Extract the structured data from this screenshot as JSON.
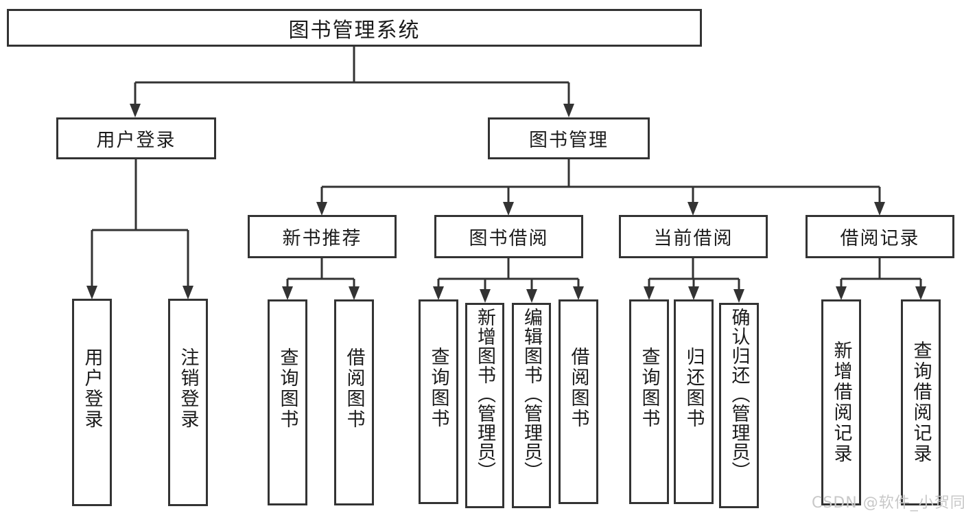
{
  "diagram": {
    "type": "hierarchy-diagram",
    "title": "图书管理系统",
    "watermark": "CSDN @软件_小贺同学",
    "colors": {
      "line": "#333333",
      "box_border": "#333333",
      "text": "#1b1b1b",
      "watermark_text": "#c8c8c8",
      "background": "#ffffff"
    },
    "nodes": {
      "root": {
        "label": "图书管理系统"
      },
      "userLogin": {
        "label": "用户登录"
      },
      "bookMgmt": {
        "label": "图书管理"
      },
      "newBookRec": {
        "label": "新书推荐"
      },
      "bookBorrow": {
        "label": "图书借阅"
      },
      "currentBorrow": {
        "label": "当前借阅"
      },
      "borrowRecords": {
        "label": "借阅记录"
      },
      "leafUserLogin": {
        "label": "用户登录"
      },
      "leafLogout": {
        "label": "注销登录"
      },
      "leafQueryBooks1": {
        "label": "查询图书"
      },
      "leafBorrowBooks1": {
        "label": "借阅图书"
      },
      "leafQueryBooks2": {
        "label": "查询图书"
      },
      "leafAddBooks": {
        "label": "新增图书（管理员）"
      },
      "leafEditBooks": {
        "label": "编辑图书（管理员）"
      },
      "leafBorrowBooks2": {
        "label": "借阅图书"
      },
      "leafQueryBooks3": {
        "label": "查询图书"
      },
      "leafReturnBooks": {
        "label": "归还图书"
      },
      "leafConfirmReturn": {
        "label": "确认归还（管理员）"
      },
      "leafAddRecord": {
        "label": "新增借阅记录"
      },
      "leafQueryRecord": {
        "label": "查询借阅记录"
      }
    },
    "hierarchy": {
      "图书管理系统": {
        "用户登录": [
          "用户登录",
          "注销登录"
        ],
        "图书管理": {
          "新书推荐": [
            "查询图书",
            "借阅图书"
          ],
          "图书借阅": [
            "查询图书",
            "新增图书（管理员）",
            "编辑图书（管理员）",
            "借阅图书"
          ],
          "当前借阅": [
            "查询图书",
            "归还图书",
            "确认归还（管理员）"
          ],
          "借阅记录": [
            "新增借阅记录",
            "查询借阅记录"
          ]
        }
      }
    }
  }
}
